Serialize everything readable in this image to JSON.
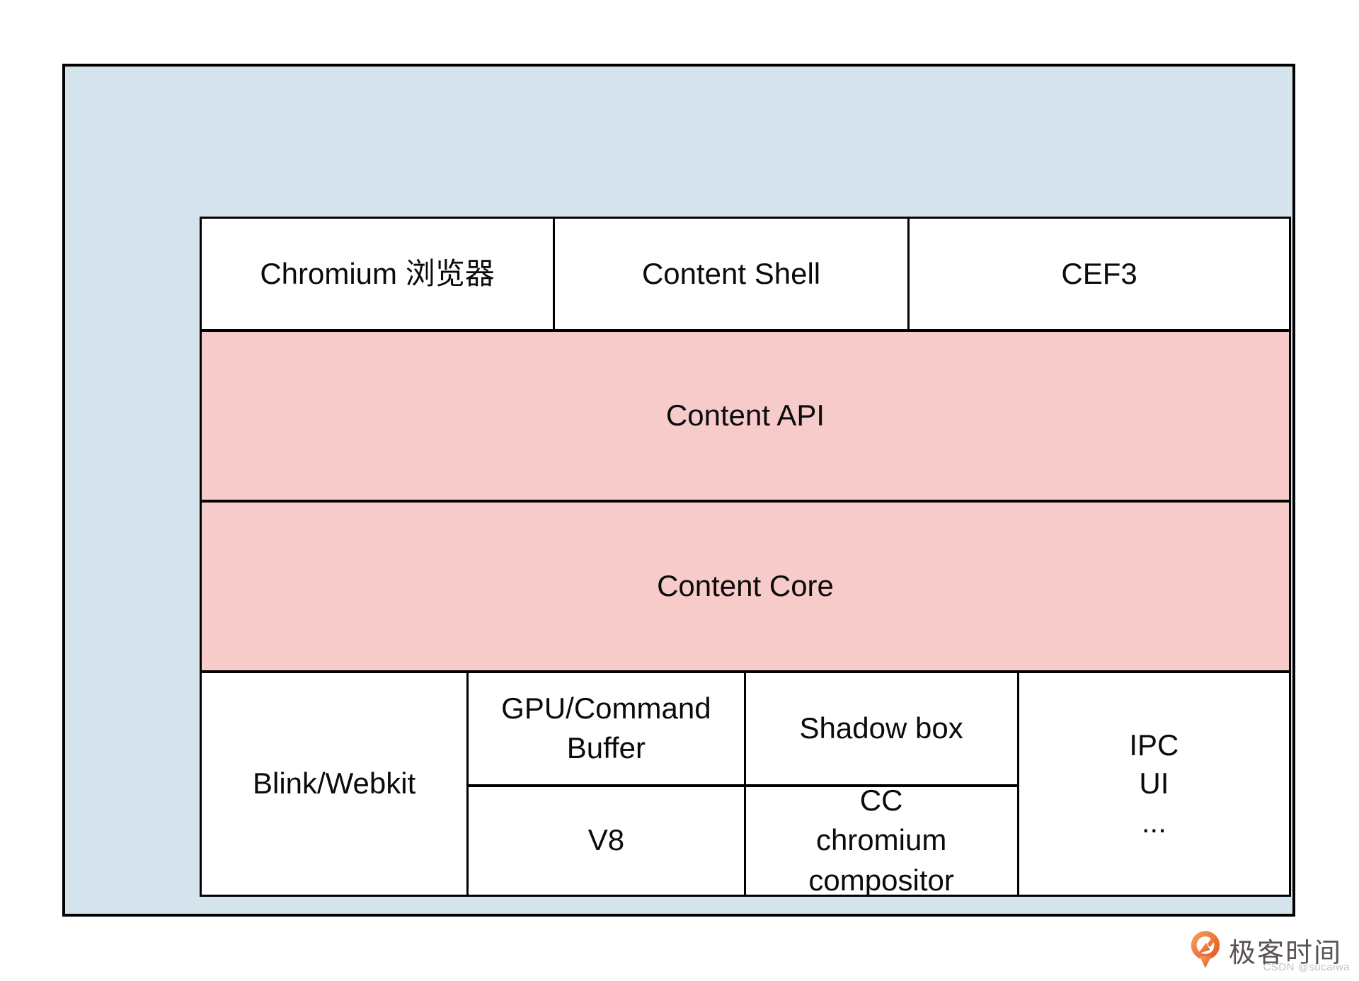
{
  "diagram": {
    "top_row": [
      {
        "label": "Chromium 浏览器"
      },
      {
        "label": "Content Shell"
      },
      {
        "label": "CEF3"
      }
    ],
    "bands": [
      {
        "label": "Content API"
      },
      {
        "label": "Content Core"
      }
    ],
    "bottom_row": {
      "blink": {
        "label": "Blink/Webkit"
      },
      "gpu": {
        "label": "GPU/Command\nBuffer"
      },
      "v8": {
        "label": "V8"
      },
      "shadow": {
        "label": "Shadow box"
      },
      "cc": {
        "label": "CC\nchromium compositor"
      },
      "ipc": {
        "label": "IPC\nUI\n..."
      }
    },
    "colors": {
      "panel_fill": "#d4e3ec",
      "band_fill": "#f7cbca",
      "cell_fill": "#ffffff",
      "line": "#000000",
      "text": "#0b0b0b"
    }
  },
  "branding": {
    "logo_text": "极客时间",
    "watermark": "CSDN @sucaiwa",
    "logo_orange_start": "#f7a25f",
    "logo_orange_end": "#e4531e",
    "logo_text_color": "#595352",
    "watermark_color": "#c3c2c2"
  }
}
